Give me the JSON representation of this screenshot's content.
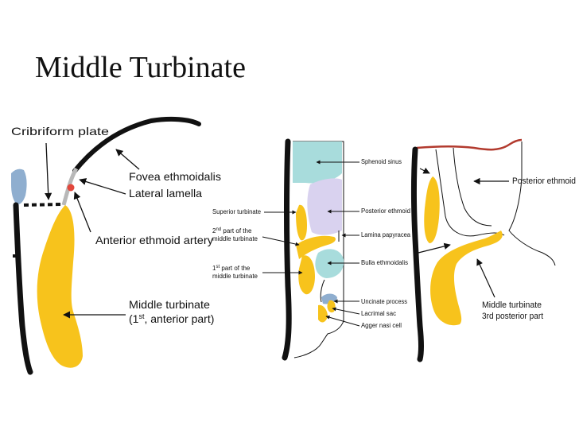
{
  "title": "Middle Turbinate",
  "colors": {
    "turbinate": "#f7c31c",
    "bone": "#111111",
    "sinus_teal": "#a8dcdc",
    "sinus_lavender": "#d9d2ef",
    "blue_gray": "#8faecf",
    "artery_red": "#e2473c",
    "roof_red": "#b23a2e"
  },
  "panel1": {
    "labels": {
      "cribriform": "Cribriform plate",
      "fovea": "Fovea ethmoidalis",
      "lamella": "Lateral lamella",
      "artery": "Anterior ethmoid artery",
      "mt_line1": "Middle turbinate",
      "mt_line2_pre": "(1",
      "mt_line2_sup": "st",
      "mt_line2_post": ", anterior part)"
    }
  },
  "panel2": {
    "labels": {
      "sphenoid": "Sphenoid sinus",
      "post_ethmoid": "Posterior ethmoid",
      "lamina": "Lamina papyracea",
      "bulla": "Bulla ethmoidalis",
      "uncinate": "Uncinate process",
      "lacrimal": "Lacrimal sac",
      "agger": "Agger nasi cell",
      "sup_turb": "Superior turbinate",
      "second_l1_num": "2",
      "second_l1_sup": "nd",
      "second_l1_rest": " part of the",
      "second_l2": "middle turbinate",
      "first_l1_num": "1",
      "first_l1_sup": "st",
      "first_l1_rest": " part of the",
      "first_l2": "middle turbinate"
    }
  },
  "panel3": {
    "labels": {
      "post_ethmoid": "Posterior ethmoid",
      "mt3_l1": "Middle turbinate",
      "mt3_l2": "3rd posterior part"
    }
  }
}
